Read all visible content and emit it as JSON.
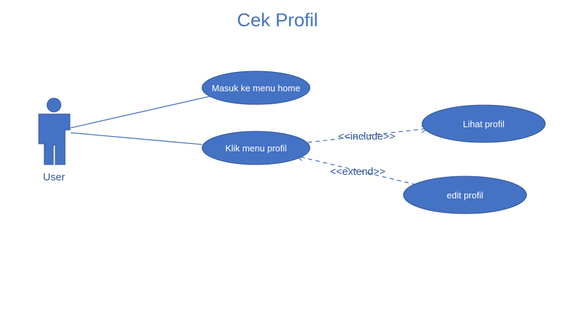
{
  "title": "Cek Profil",
  "actor": {
    "label": "User"
  },
  "use_cases": {
    "masuk_menu_home": "Masuk ke menu home",
    "klik_menu_profil": "Klik menu profil",
    "lihat_profil": "Lihat profil",
    "edit_profil": "edit profil"
  },
  "relations": {
    "include_label": "<<include>>",
    "extend_label": "<<extend>>"
  },
  "colors": {
    "shape_fill": "#4472C4",
    "shape_stroke": "#2F5597",
    "title_text": "#4472C4"
  }
}
